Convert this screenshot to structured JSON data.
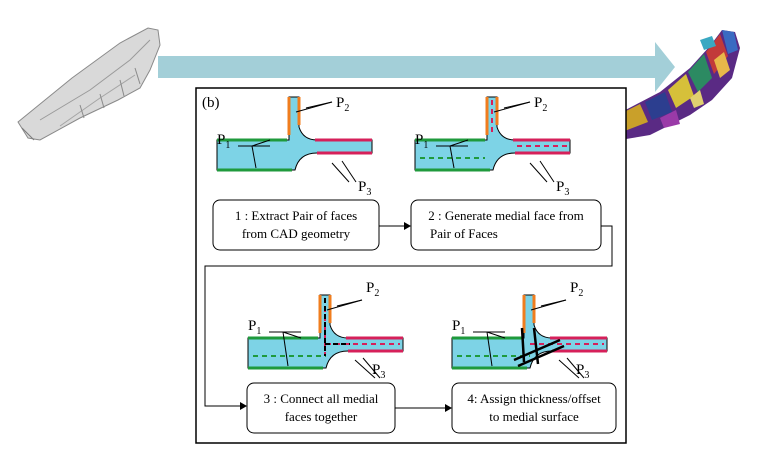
{
  "panel_label": "(b)",
  "parts": {
    "left_caption": "",
    "right_caption": ""
  },
  "callouts": {
    "p1": "P",
    "p1_sub": "1",
    "p2": "P",
    "p2_sub": "2",
    "p3": "P",
    "p3_sub": "3"
  },
  "steps": [
    {
      "line1": "1 : Extract Pair of faces",
      "line2": "from CAD geometry"
    },
    {
      "line1": "2 : Generate medial face from",
      "line2": "Pair of Faces"
    },
    {
      "line1": "3 : Connect all medial",
      "line2": "faces together"
    },
    {
      "line1": "4: Assign thickness/offset",
      "line2": "to medial surface"
    }
  ],
  "colors": {
    "body_fill": "#7dd3e6",
    "arrow_fill": "#a3cfd8",
    "green_face": "#1f9a3c",
    "orange_face": "#f07d1e",
    "red_face": "#d6205a",
    "medial_green": "#1f9a3c",
    "medial_red": "#d6205a",
    "outline": "#000000"
  }
}
